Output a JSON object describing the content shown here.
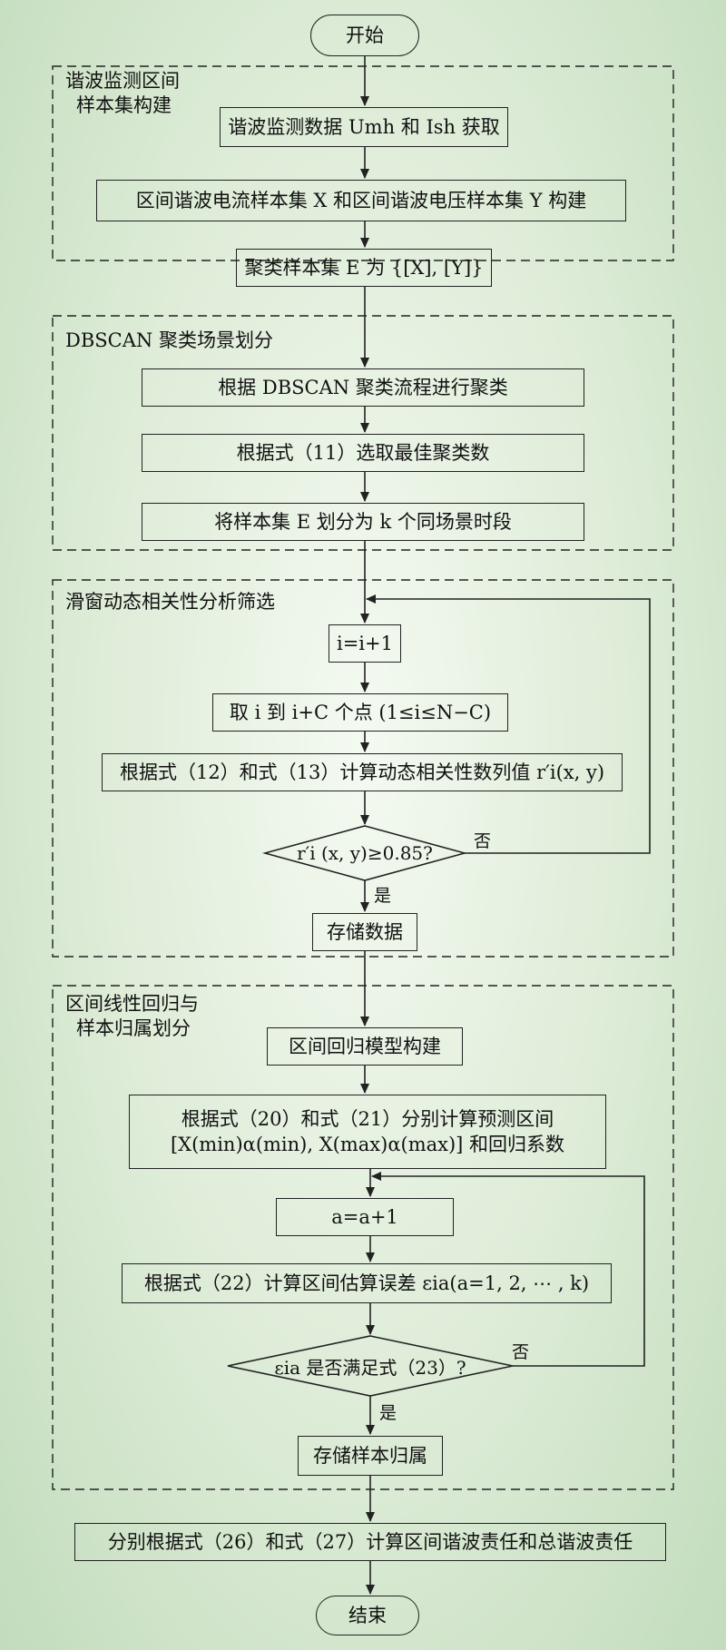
{
  "nodes": {
    "start": "开始",
    "end": "结束",
    "step1": "谐波监测数据 Umh 和 Ish 获取",
    "step2": "区间谐波电流样本集 X 和区间谐波电压样本集 Y 构建",
    "step3": "聚类样本集 E 为 {[X], [Y]}",
    "step4": "根据 DBSCAN 聚类流程进行聚类",
    "step5": "根据式（11）选取最佳聚类数",
    "step6": "将样本集 E 划分为 k 个同场景时段",
    "step7": "i=i+1",
    "step8": "取 i 到 i+C 个点 (1≤i≤N−C)",
    "step9": "根据式（12）和式（13）计算动态相关性数列值 r′i(x, y)",
    "decision1": "r′i (x, y)≥0.85?",
    "step10": "存储数据",
    "step11": "区间回归模型构建",
    "step12_line1": "根据式（20）和式（21）分别计算预测区间",
    "step12_line2": "[X(min)α(min), X(max)α(max)] 和回归系数",
    "step13": "a=a+1",
    "step14": "根据式（22）计算区间估算误差 εia(a=1, 2, ⋯ , k)",
    "decision2": "εia 是否满足式（23）?",
    "step15": "存储样本归属",
    "step16": "分别根据式（26）和式（27）计算区间谐波责任和总谐波责任"
  },
  "groups": {
    "g1_line1": "谐波监测区间",
    "g1_line2": "样本集构建",
    "g2": "DBSCAN 聚类场景划分",
    "g3": "滑窗动态相关性分析筛选",
    "g4_line1": "区间线性回归与",
    "g4_line2": "样本归属划分"
  },
  "labels": {
    "yes": "是",
    "no": "否"
  }
}
